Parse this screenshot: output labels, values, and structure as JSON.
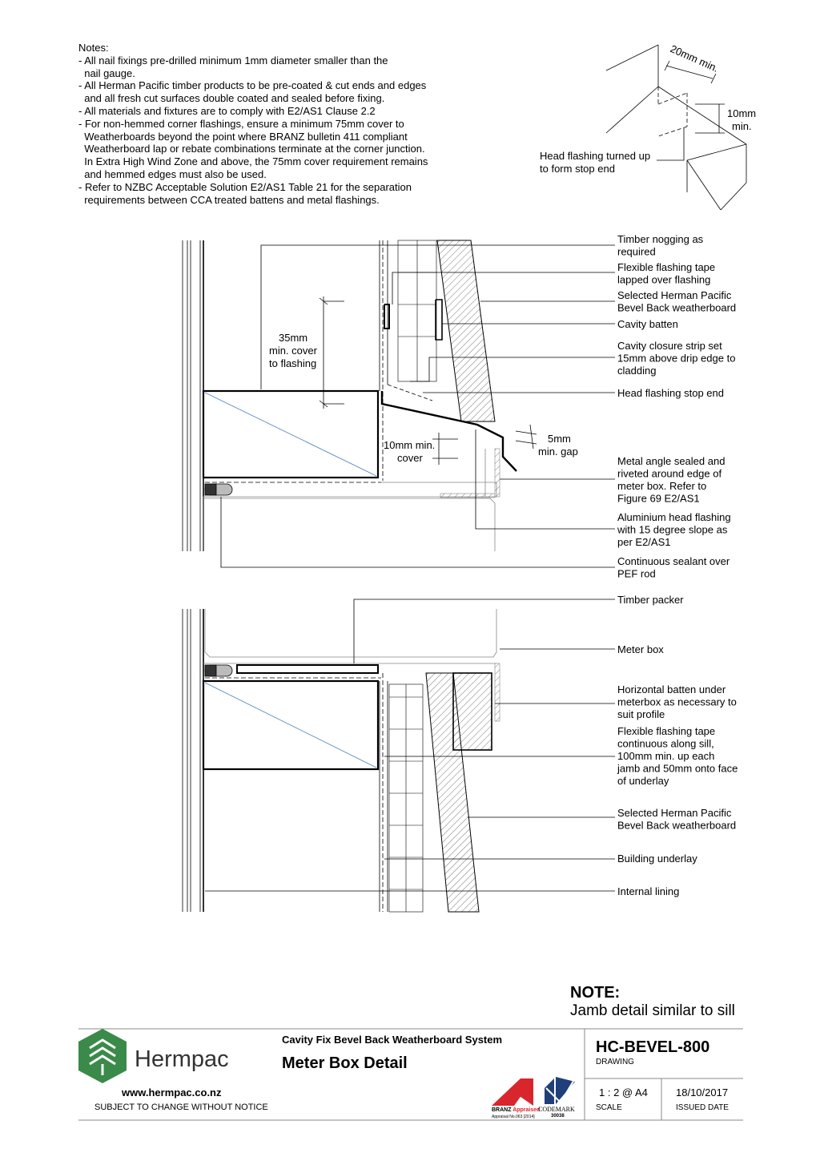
{
  "notes": {
    "heading": "Notes:",
    "lines": [
      "- All nail fixings pre-drilled minimum 1mm diameter smaller than the",
      "  nail gauge.",
      "- All Herman Pacific timber products to be pre-coated & cut ends and edges",
      "  and all fresh cut surfaces double coated and sealed before fixing.",
      "- All materials and fixtures are to comply with E2/AS1 Clause 2.2",
      "- For non-hemmed corner flashings, ensure a minimum 75mm cover to",
      "  Weatherboards beyond the point where BRANZ bulletin 411 compliant",
      "  Weatherboard lap or rebate combinations terminate at the corner junction.",
      "  In Extra High Wind Zone and above, the 75mm cover requirement remains",
      "  and hemmed edges must also be used.",
      "- Refer to NZBC Acceptable Solution E2/AS1 Table 21 for the separation",
      "  requirements between CCA treated battens and metal flashings."
    ]
  },
  "inset": {
    "dim_20": "20mm min.",
    "dim_10a": "10mm",
    "dim_10b": "min.",
    "label_a": "Head flashing turned up",
    "label_b": "to form stop end"
  },
  "upper_labels": [
    [
      "Timber nogging as",
      "required"
    ],
    [
      "Flexible flashing tape",
      "lapped over flashing"
    ],
    [
      "Selected Herman Pacific",
      "Bevel Back weatherboard"
    ],
    [
      "Cavity batten"
    ],
    [
      "Cavity closure strip set",
      "15mm above drip edge to",
      "cladding"
    ],
    [
      "Head flashing stop end"
    ],
    [
      "Metal angle sealed and",
      "riveted around edge of",
      "meter box. Refer to",
      "Figure 69 E2/AS1"
    ],
    [
      "Aluminium head flashing",
      "with 15 degree slope as",
      "per E2/AS1"
    ],
    [
      "Continuous sealant over",
      "PEF rod"
    ]
  ],
  "lower_labels": [
    [
      "Timber packer"
    ],
    [
      "Meter box"
    ],
    [
      "Horizontal batten under",
      "meterbox as necessary to",
      "suit profile"
    ],
    [
      "Flexible flashing tape",
      "continuous along sill,",
      "100mm min. up each",
      "jamb and 50mm onto face",
      "of underlay"
    ],
    [
      "Selected Herman Pacific",
      "Bevel Back weatherboard"
    ],
    [
      "Building underlay"
    ],
    [
      "Internal lining"
    ]
  ],
  "dims": {
    "cover35": [
      "35mm",
      "min. cover",
      "to flashing"
    ],
    "cover10": [
      "10mm min.",
      "cover"
    ],
    "gap5": [
      "5mm",
      "min. gap"
    ]
  },
  "big_note": {
    "heading": "NOTE:",
    "text": "Jamb detail similar to sill"
  },
  "title_block": {
    "brand": "Hermpac",
    "website": "www.hermpac.co.nz",
    "disclaimer": "SUBJECT TO CHANGE WITHOUT NOTICE",
    "system": "Cavity Fix Bevel Back Weatherboard System",
    "title": "Meter Box Detail",
    "drawing_no": "HC-BEVEL-800",
    "drawing_label": "DRAWING",
    "scale": "1 : 2 @ A4",
    "scale_label": "SCALE",
    "date": "18/10/2017",
    "date_label": "ISSUED DATE",
    "branz_a": "BRANZ",
    "branz_b": "Appraised",
    "branz_c": "Appraisal No.063 [2014]",
    "codemark": "CODEMARK",
    "codemark_no": "30038"
  },
  "colors": {
    "brand_green": "#3a8a4a",
    "hatch": "#555555",
    "insul_line": "#4a7fc1",
    "branz_red": "#d9262c",
    "codemark_blue": "#1f3f7a"
  }
}
